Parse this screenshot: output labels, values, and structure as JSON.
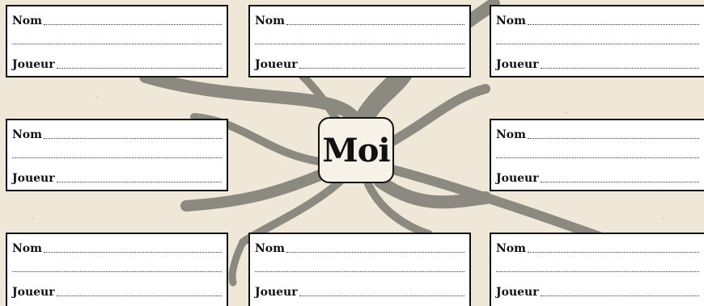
{
  "colors": {
    "background": "#efe8d8",
    "tentacle": "#8c8a80",
    "card_border": "#111111"
  },
  "center": {
    "label": "Moi"
  },
  "cards": [
    {
      "name_label": "Nom",
      "player_label": "Joueur"
    },
    {
      "name_label": "Nom",
      "player_label": "Joueur"
    },
    {
      "name_label": "Nom",
      "player_label": "Joueur"
    },
    {
      "name_label": "Nom",
      "player_label": "Joueur"
    },
    {
      "name_label": "Nom",
      "player_label": "Joueur"
    },
    {
      "name_label": "Nom",
      "player_label": "Joueur"
    },
    {
      "name_label": "Nom",
      "player_label": "Joueur"
    },
    {
      "name_label": "Nom",
      "player_label": "Joueur"
    }
  ]
}
